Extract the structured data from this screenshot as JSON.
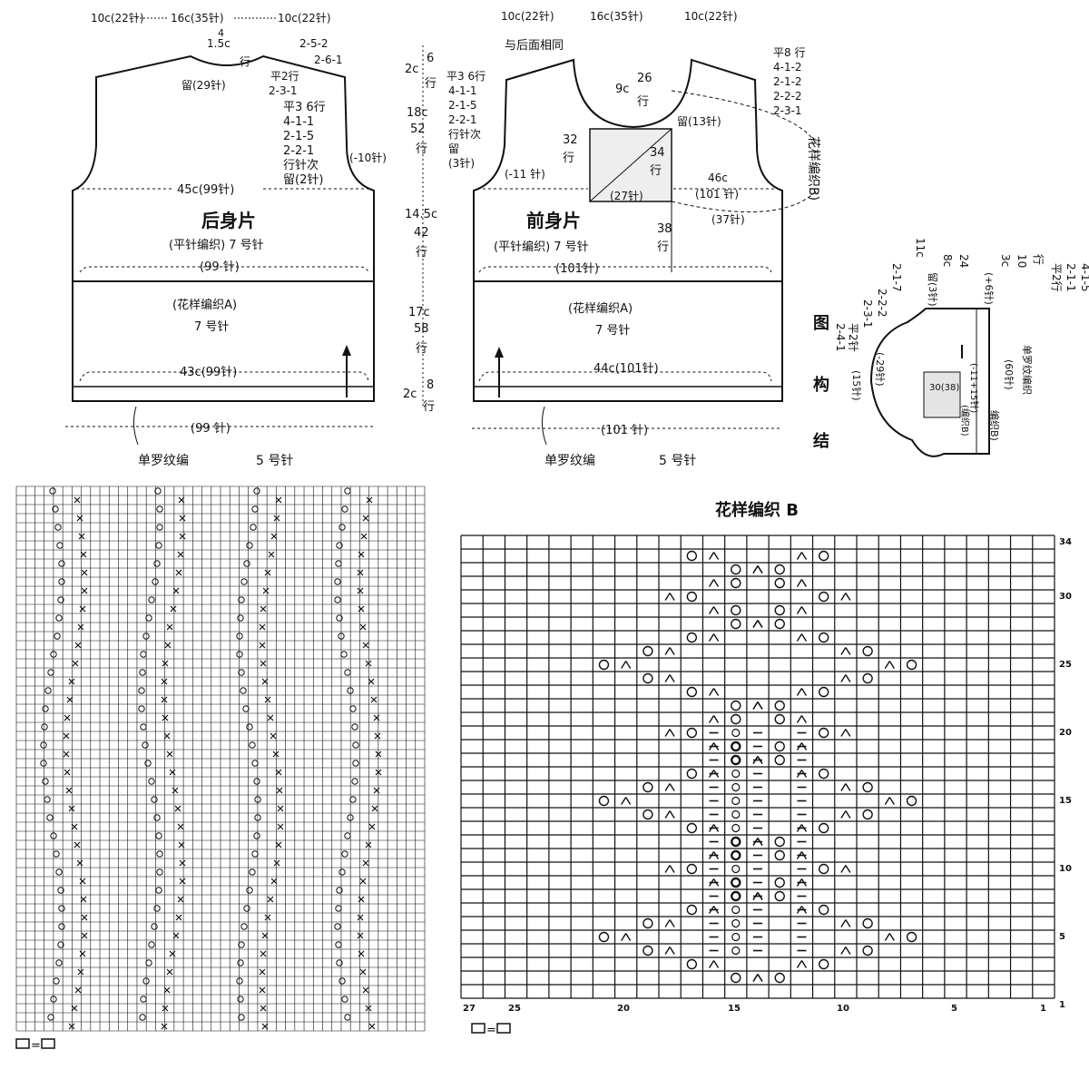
{
  "back": {
    "top_dims": [
      "10c(22针)",
      "16c(35针)",
      "10c(22针)"
    ],
    "neck_depth": "1.5c",
    "neck_rows": "4",
    "neck_rows_unit": "行",
    "shoulder_dec": [
      "2-5-2",
      "2-6-1"
    ],
    "neck_left": "留(29针)",
    "neck_shaping": [
      "平2行",
      "2-3-1"
    ],
    "armhole_shaping": [
      "平3 6行",
      "4-1-1",
      "2-1-5",
      "2-2-1",
      "行针次",
      "留(2针)"
    ],
    "armhole_dec": "(-10针)",
    "width": "45c(99针)",
    "title": "后身片",
    "knit_note": "(平针编织) 7 号针",
    "stitches_mid": "(99 针)",
    "pattern_label": "(花样编织A)",
    "pattern_needle": "7 号针",
    "lower_width": "43c(99针)",
    "hem_stitches": "(99 针)",
    "rib_label": "单罗纹编",
    "rib_needle": "5 号针"
  },
  "side_dims": [
    "2c",
    "6",
    "行",
    "18c",
    "52",
    "行",
    "14.5c",
    "42",
    "行",
    "17c",
    "58",
    "行",
    "2c",
    "8",
    "行"
  ],
  "front": {
    "top_dims": [
      "10c(22针)",
      "16c(35针)",
      "10c(22针)"
    ],
    "same_as_back": "与后面相同",
    "shoulder_left": [
      "平3 6行",
      "4-1-1",
      "2-1-5",
      "2-2-1",
      "行针次",
      "留",
      "(3针)"
    ],
    "neck_depth": "9c",
    "neck_rows": "26",
    "neck_rows_unit": "行",
    "neck_shaping": [
      "平8 行",
      "4-1-2",
      "2-1-2",
      "2-2-2",
      "2-3-1"
    ],
    "left_rows": [
      "32",
      "行"
    ],
    "armhole_dec": "(-11 针)",
    "neck_center": "留(13针)",
    "panel_rows": [
      "34",
      "行"
    ],
    "panel_width": "(27针)",
    "panel_rows2": [
      "38",
      "行"
    ],
    "width": "46c",
    "width_stitches": "(101 针)",
    "panel_stitches": "(37针)",
    "pattern_b_ref": "花样编织B)",
    "title": "前身片",
    "knit_note": "(平针编织) 7 号针",
    "stitches_mid": "(101针)",
    "pattern_label": "(花样编织A)",
    "pattern_needle": "7 号针",
    "lower_width": "44c(101针)",
    "hem_stitches": "(101 针)",
    "rib_label": "单罗纹编",
    "rib_needle": "5 号针"
  },
  "structure": {
    "title_chars": [
      "结",
      "构",
      "图"
    ],
    "top_dims": [
      "8c",
      "24",
      "3c",
      "10",
      "行",
      "11c"
    ],
    "right_notes": [
      "平2行",
      "2-1-1",
      "4-1-5"
    ],
    "left_notes": [
      "2-1-7",
      "2-2-2",
      "2-3-1",
      "平2针",
      "2-4-1"
    ],
    "labels": [
      "(+6针)",
      "留(3针)",
      "(-29针)",
      "(15针)",
      "30(38)",
      "(-11+15针)",
      "(60针)",
      "单罗纹编织",
      "编织B)",
      "(编织B)"
    ]
  },
  "chart_a": {
    "legend": "□=□"
  },
  "chart_b": {
    "title": "花样编织 B",
    "row_labels": [
      "34",
      "30",
      "25",
      "20",
      "15",
      "10",
      "5",
      "1"
    ],
    "col_labels": [
      "27",
      "25",
      "20",
      "15",
      "10",
      "5",
      "1"
    ],
    "legend": "□=□"
  }
}
